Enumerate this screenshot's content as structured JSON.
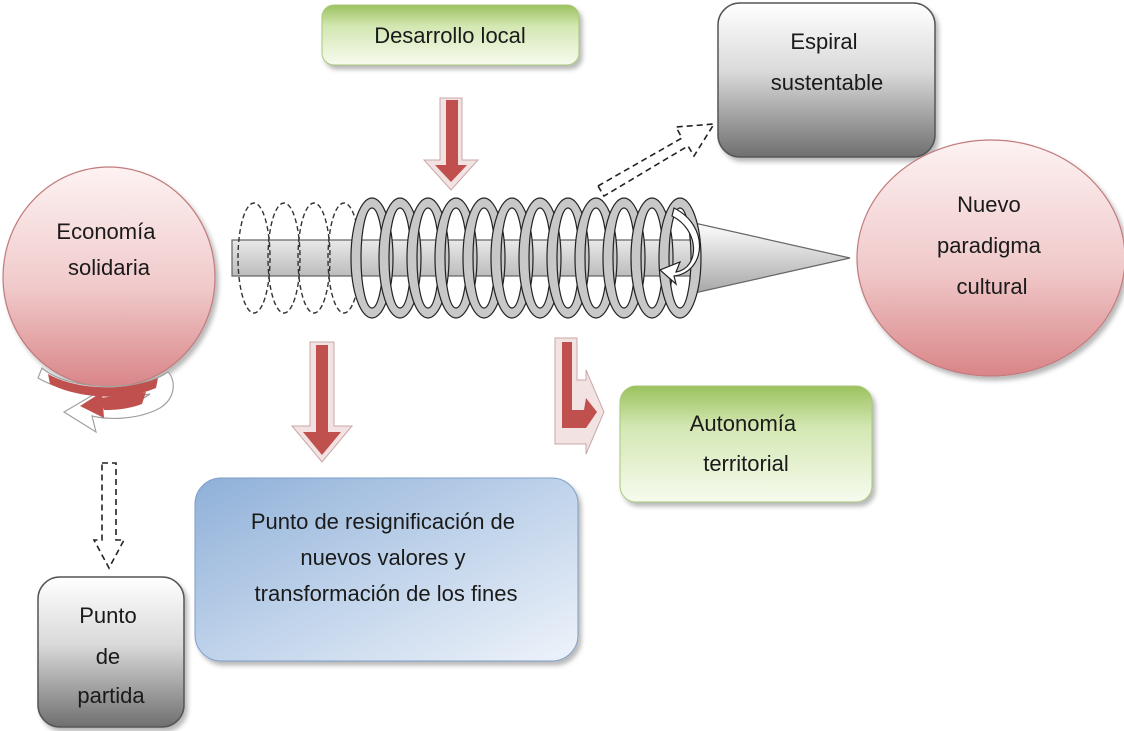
{
  "nodes": {
    "desarrollo_local": {
      "lines": [
        "Desarrollo local"
      ]
    },
    "espiral_sustentable": {
      "lines": [
        "Espiral",
        "sustentable"
      ]
    },
    "economia_solidaria": {
      "lines": [
        "Economía",
        "solidaria"
      ]
    },
    "nuevo_paradigma": {
      "lines": [
        "Nuevo",
        "paradigma",
        "cultural"
      ]
    },
    "autonomia_territorial": {
      "lines": [
        "Autonomía",
        "territorial"
      ]
    },
    "punto_resignificacion": {
      "lines": [
        "Punto de resignificación de",
        "nuevos valores y",
        "transformación de los fines"
      ]
    },
    "punto_partida": {
      "lines": [
        "Punto",
        "de",
        "partida"
      ]
    }
  },
  "colors": {
    "green_box": "#c9e0a4",
    "gray_box": "#8e8e8e",
    "pink_ellipse": "#e6a9ab",
    "blue_box": "#9fb8da",
    "red_arrow": "#c0504d",
    "spiral_fill": "#c8c8c8"
  }
}
